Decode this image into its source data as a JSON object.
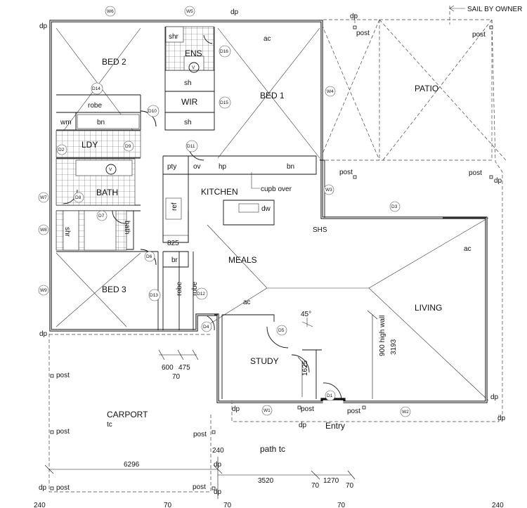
{
  "rooms": {
    "bed2": "BED 2",
    "bed1": "BED 1",
    "bed3": "BED 3",
    "ens": "ENS",
    "wir": "WIR",
    "ldy": "LDY",
    "bath": "BATH",
    "kitchen": "KITCHEN",
    "meals": "MEALS",
    "living": "LIVING",
    "study": "STUDY",
    "patio": "PATIO",
    "carport": "CARPORT",
    "entry": "Entry",
    "path": "path tc",
    "carport_tc": "tc"
  },
  "fixtures": {
    "shr": "shr",
    "shr2": "shr",
    "sh": "sh",
    "sh2": "sh",
    "robe": "robe",
    "robe2": "robe",
    "robe3": "robe",
    "wm": "wm",
    "bn": "bn",
    "bn2": "bn",
    "pty": "pty",
    "ov": "ov",
    "hp": "hp",
    "ref": "ref",
    "dw": "dw",
    "br": "br",
    "bath": "bath",
    "v": "V",
    "cupb_over": "cupb over"
  },
  "notes": {
    "ac_bed1": "ac",
    "ac_living": "ac",
    "ac_meals": "ac",
    "shs": "SHS",
    "sail": "SAIL BY OWNER",
    "high_wall": "900 high wall",
    "angle": "45°",
    "post": "post",
    "dp": "dp"
  },
  "dims": {
    "d825": "825",
    "d600": "600",
    "d475": "475",
    "d70": "70",
    "d1625": "1625",
    "d3193": "3193",
    "d240": "240",
    "d6296": "6296",
    "d3520": "3520",
    "d1270": "1270"
  },
  "tags": {
    "W1": "W1",
    "W2": "W2",
    "W3": "W3",
    "W4": "W4",
    "W5": "W5",
    "W6": "W6",
    "W7": "W7",
    "W8": "W8",
    "W9": "W9",
    "D1": "D1",
    "D2": "D2",
    "D3": "D3",
    "D4": "D4",
    "D5": "D5",
    "D6": "D6",
    "D7": "D7",
    "D8": "D8",
    "D9": "D9",
    "D10": "D10",
    "D11": "D11",
    "D12": "D12",
    "D13": "D13",
    "D14": "D14",
    "D15": "D15",
    "D16": "D16"
  }
}
